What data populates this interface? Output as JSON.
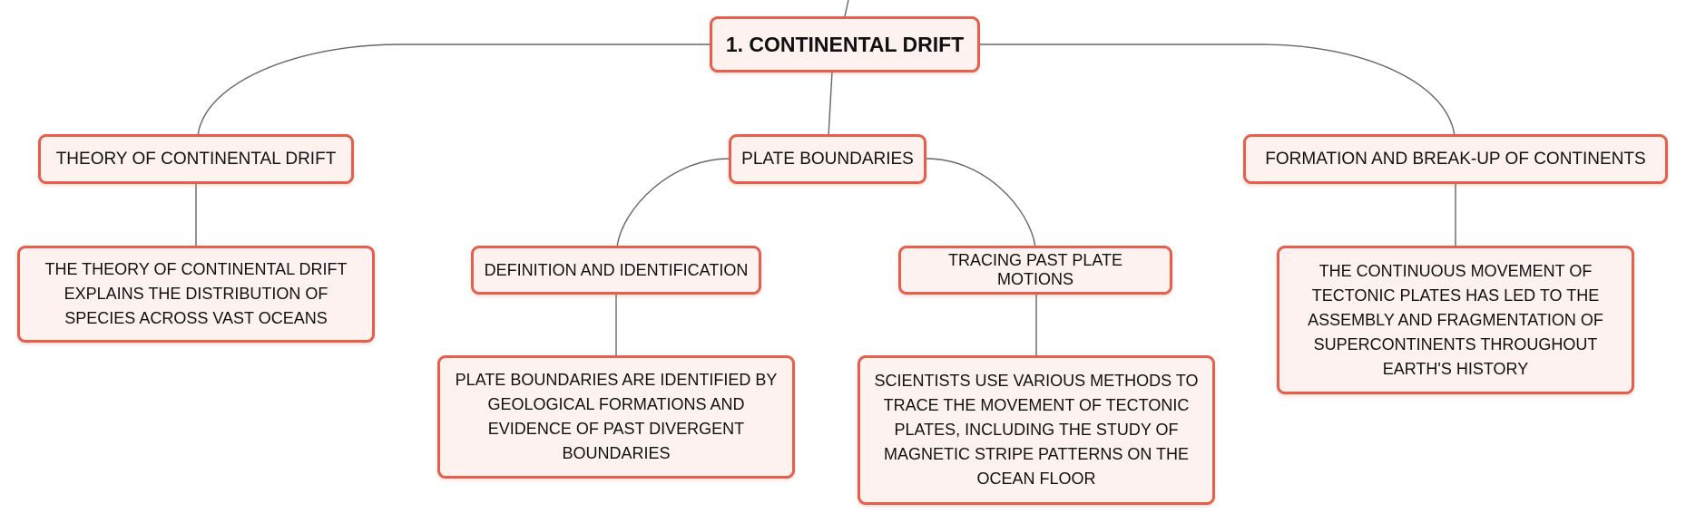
{
  "root": {
    "label": "1. CONTINENTAL DRIFT"
  },
  "topics": {
    "theory": {
      "label": "THEORY OF CONTINENTAL DRIFT"
    },
    "plate_boundaries": {
      "label": "PLATE BOUNDARIES"
    },
    "formation": {
      "label": "FORMATION AND BREAK-UP OF CONTINENTS"
    }
  },
  "subtopics": {
    "definition": {
      "label": "DEFINITION AND IDENTIFICATION"
    },
    "tracing": {
      "label": "TRACING PAST PLATE MOTIONS"
    }
  },
  "details": {
    "theory_detail": "THE THEORY OF CONTINENTAL DRIFT EXPLAINS THE DISTRIBUTION OF SPECIES ACROSS VAST OCEANS",
    "definition_detail": "PLATE BOUNDARIES ARE IDENTIFIED BY GEOLOGICAL FORMATIONS AND EVIDENCE OF PAST DIVERGENT BOUNDARIES",
    "tracing_detail": "SCIENTISTS USE VARIOUS METHODS TO TRACE THE MOVEMENT OF TECTONIC PLATES, INCLUDING THE STUDY OF MAGNETIC STRIPE PATTERNS ON THE OCEAN FLOOR",
    "formation_detail": "THE CONTINUOUS MOVEMENT OF TECTONIC PLATES HAS LED TO THE ASSEMBLY AND FRAGMENTATION OF SUPERCONTINENTS THROUGHOUT EARTH'S HISTORY"
  },
  "colors": {
    "node_border": "#e5604c",
    "node_fill": "#fdf2ef",
    "connector": "#666666",
    "text": "#111111"
  }
}
